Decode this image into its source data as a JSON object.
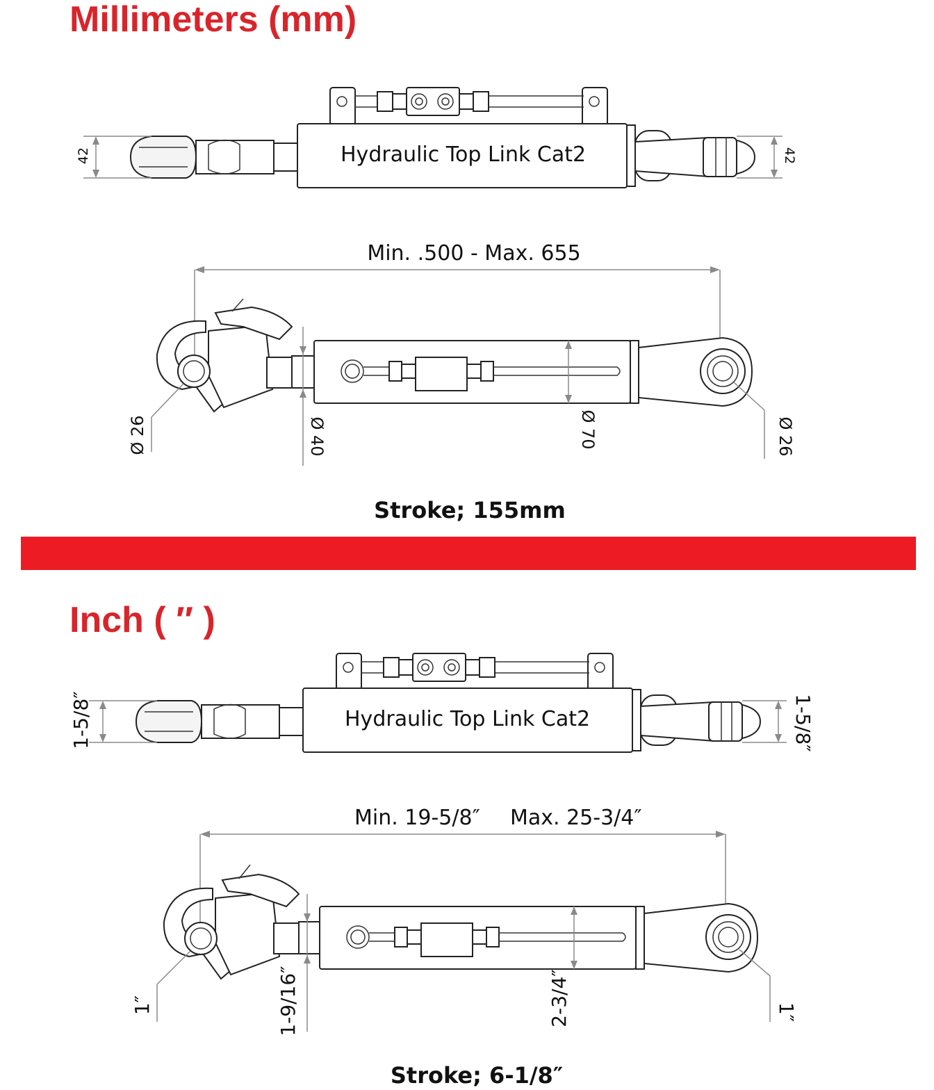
{
  "metric": {
    "heading": "Millimeters (mm)",
    "product_label": "Hydraulic Top Link  Cat2",
    "end_height_left": "42",
    "end_height_right": "42",
    "length_range": "Min. .500   -  Max. 655",
    "hook_ball_dia": "Ø 26",
    "rod_dia": "Ø 40",
    "cylinder_dia": "Ø 70",
    "eye_ball_dia": "Ø 26",
    "stroke": "Stroke; 155mm"
  },
  "imperial": {
    "heading": "Inch ( ″ )",
    "product_label": "Hydraulic Top Link  Cat2",
    "end_height_left": "1-5/8″",
    "end_height_right": "1-5/8″",
    "length_min": "Min. 19-5/8″",
    "length_max": "Max.  25-3/4″",
    "hook_ball_dia": "1″",
    "rod_dia": "1-9/16″",
    "cylinder_dia": "2-3/4″",
    "eye_ball_dia": "1″",
    "stroke": "Stroke; 6-1/8″"
  },
  "colors": {
    "accent_red": "#d8252b",
    "divider_red": "#ed1c24"
  }
}
